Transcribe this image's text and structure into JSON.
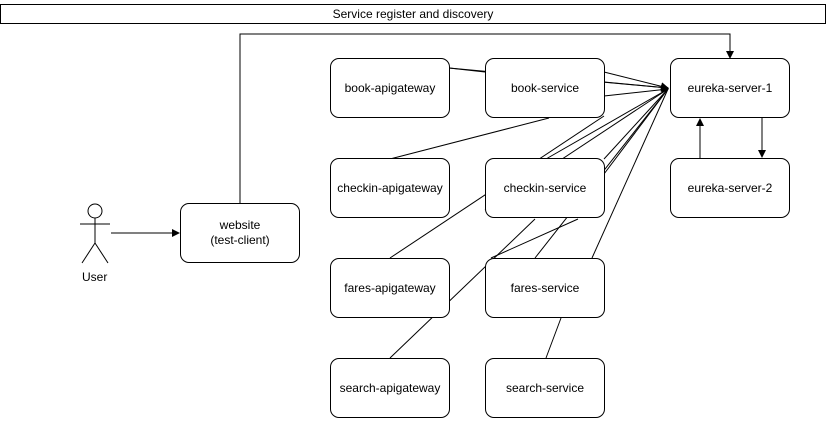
{
  "title": "Service register and discovery",
  "actor": {
    "label": "User"
  },
  "nodes": {
    "book_apigateway": "book-apigateway",
    "book_service": "book-service",
    "checkin_apigateway": "checkin-apigateway",
    "checkin_service": "checkin-service",
    "fares_apigateway": "fares-apigateway",
    "fares_service": "fares-service",
    "search_apigateway": "search-apigateway",
    "search_service": "search-service",
    "eureka_server_1": "eureka-server-1",
    "eureka_server_2": "eureka-server-2",
    "website_line1": "website",
    "website_line2": "(test-client)"
  },
  "colors": {
    "stroke": "#000000",
    "fill": "#ffffff"
  }
}
